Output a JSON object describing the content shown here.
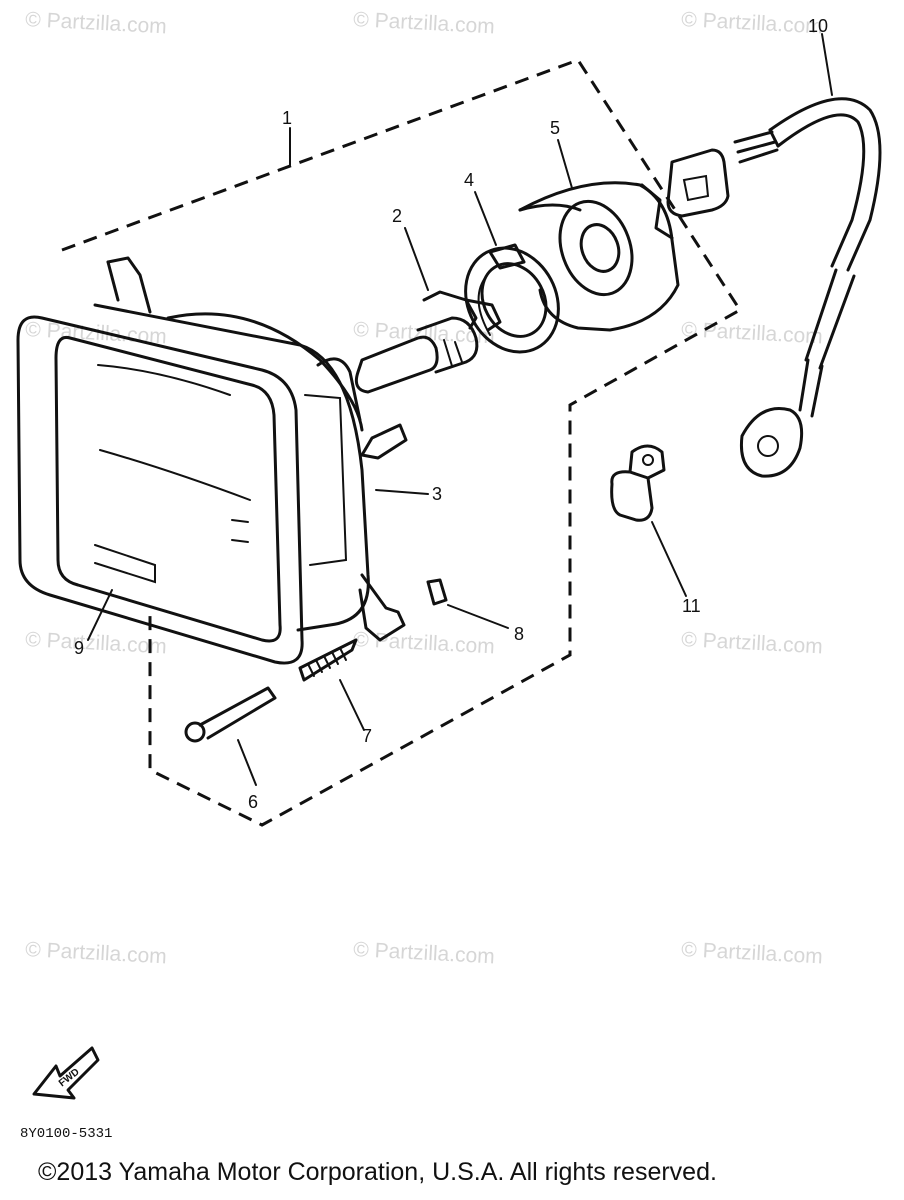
{
  "watermark_text": "© Partzilla.com",
  "callouts": [
    "1",
    "2",
    "3",
    "4",
    "5",
    "6",
    "7",
    "8",
    "9",
    "10",
    "11"
  ],
  "fwd_label": "FWD",
  "diagram_code": "8Y0100-5331",
  "copyright": "©2013 Yamaha Motor Corporation, U.S.A. All rights reserved."
}
